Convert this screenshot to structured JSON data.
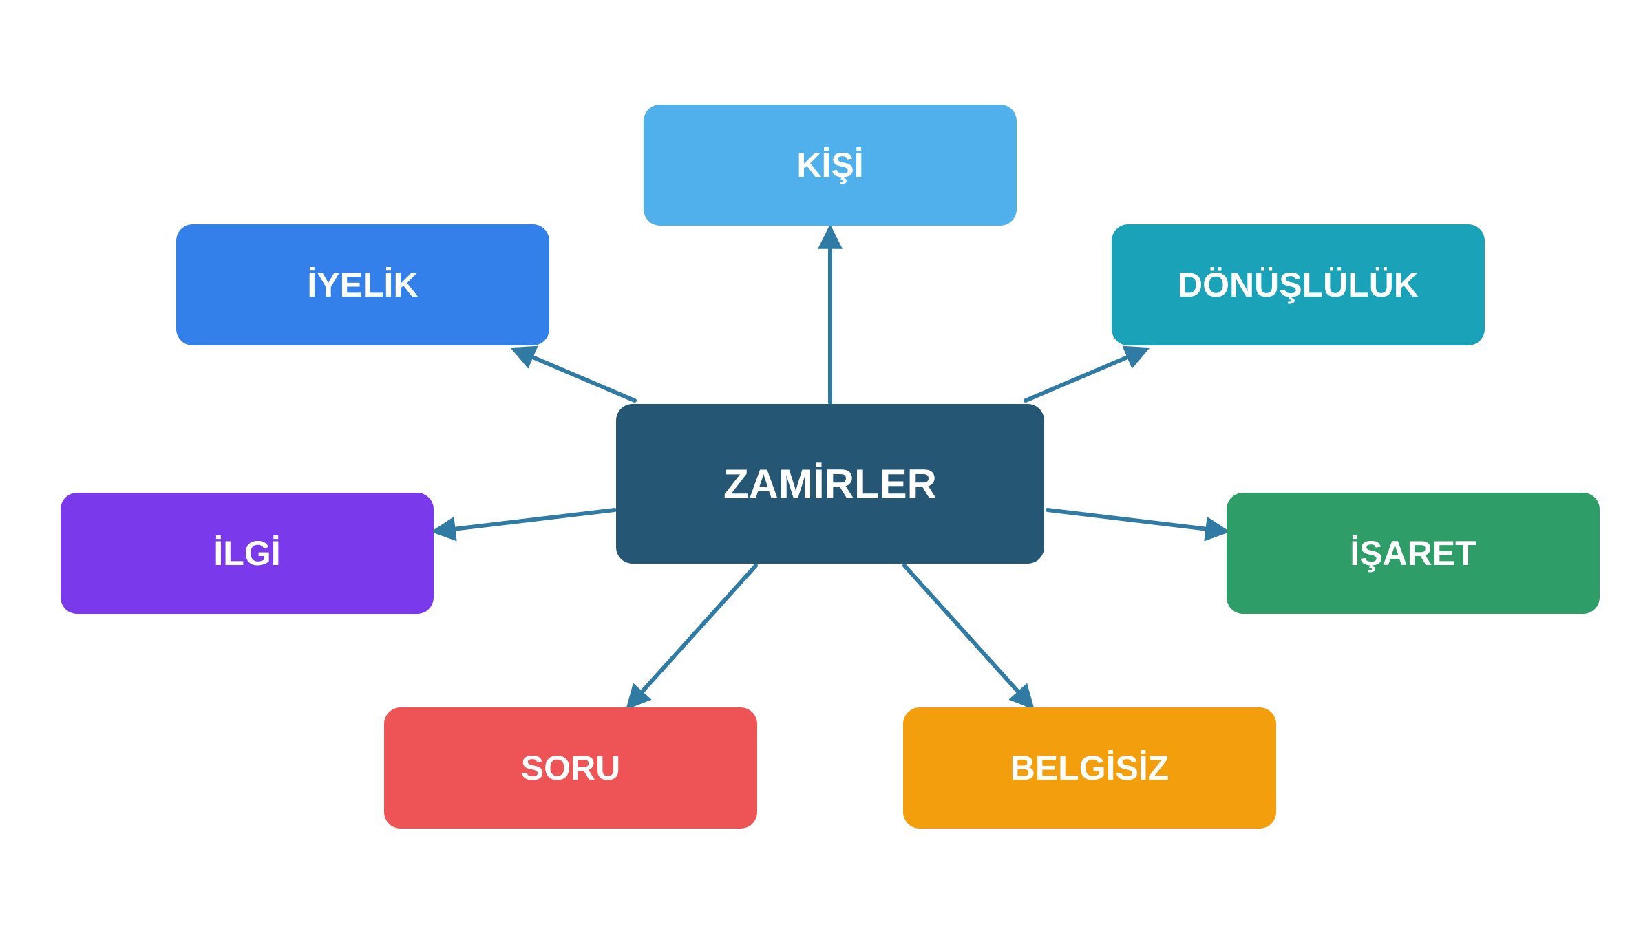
{
  "diagram": {
    "center": {
      "label": "ZAMİRLER",
      "color": "#255775"
    },
    "nodes": [
      {
        "id": "kisi",
        "label": "KİŞİ",
        "color": "#4FB0EC"
      },
      {
        "id": "iyelik",
        "label": "İYELİK",
        "color": "#3380EA"
      },
      {
        "id": "donusluluk",
        "label": "DÖNÜŞLÜLÜK",
        "color": "#19A2B8"
      },
      {
        "id": "ilgi",
        "label": "İLGİ",
        "color": "#7A3AEC"
      },
      {
        "id": "isaret",
        "label": "İŞARET",
        "color": "#2E9D67"
      },
      {
        "id": "soru",
        "label": "SORU",
        "color": "#EE5455"
      },
      {
        "id": "belgisiz",
        "label": "BELGİSİZ",
        "color": "#F39E0D"
      }
    ],
    "edges": [
      {
        "from": "center",
        "to": "kisi"
      },
      {
        "from": "center",
        "to": "iyelik"
      },
      {
        "from": "center",
        "to": "donusluluk"
      },
      {
        "from": "center",
        "to": "ilgi"
      },
      {
        "from": "center",
        "to": "isaret"
      },
      {
        "from": "center",
        "to": "soru"
      },
      {
        "from": "center",
        "to": "belgisiz"
      }
    ],
    "edge_color": "#2F7BA3"
  }
}
